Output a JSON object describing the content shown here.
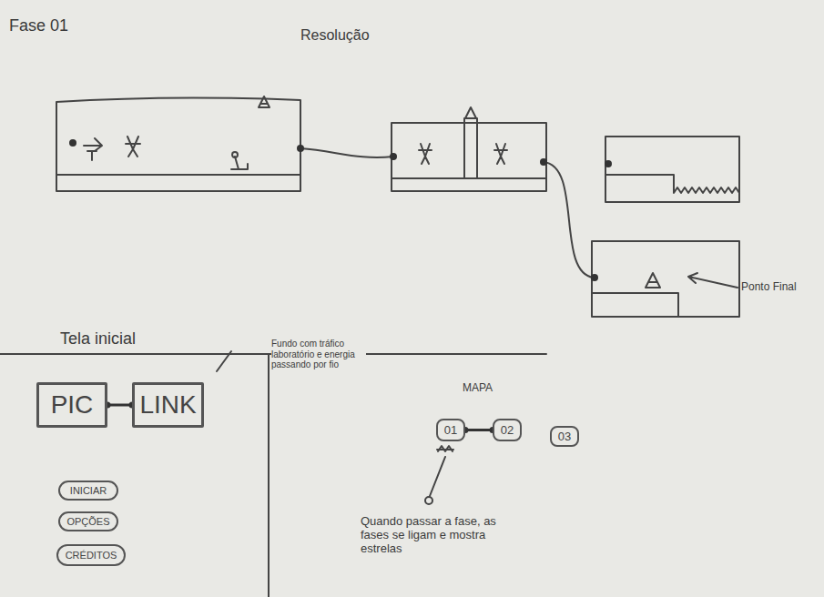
{
  "diagram": {
    "nodes": [
      {
        "text": [
          "PIC"
        ]
      },
      {
        "text": [
          "LINK"
        ]
      },
      {
        "text": [
          "INICIAR"
        ]
      },
      {
        "text": [
          "OPÇÕES"
        ]
      },
      {
        "text": [
          "CRÉDITOS"
        ]
      },
      {
        "text": [
          "01"
        ]
      },
      {
        "text": [
          "02"
        ]
      },
      {
        "text": [
          "03"
        ]
      }
    ],
    "edges": [
      {
        "from": 0,
        "to": 1,
        "arrow": "none"
      },
      {
        "from": 5,
        "to": 6,
        "arrow": "none"
      }
    ],
    "labels": [
      "Fase 01",
      "Resolução",
      "Ponto Final",
      "Tela inicial",
      "Fundo com tráfico laboratório e energia passando por fio",
      "MAPA",
      "Quando passar a fase, as fases se ligam e mostra estrelas"
    ]
  }
}
